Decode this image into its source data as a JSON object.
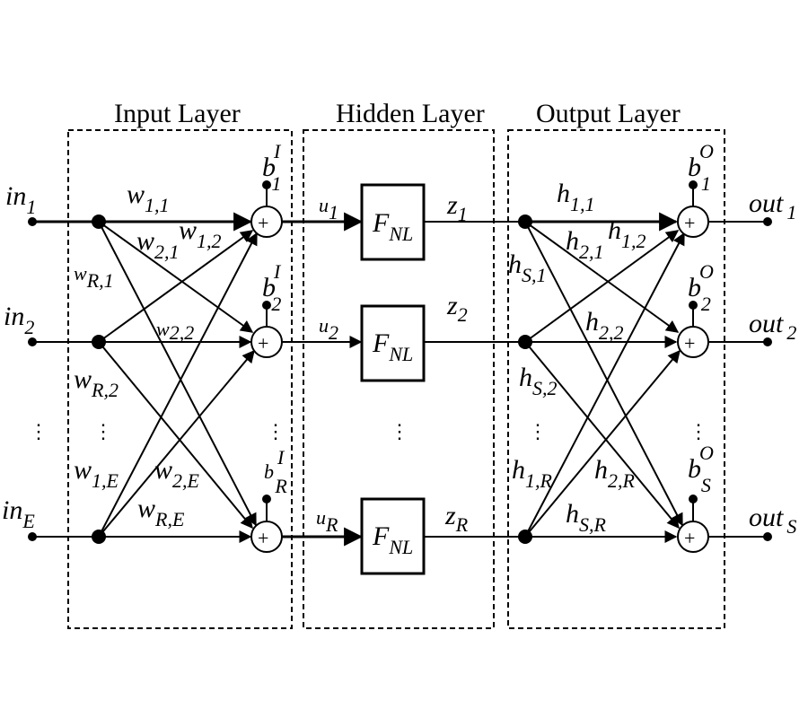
{
  "layers": {
    "input": {
      "title": "Input Layer"
    },
    "hidden": {
      "title": "Hidden Layer"
    },
    "output": {
      "title": "Output Layer"
    }
  },
  "inputs": [
    {
      "base": "in",
      "sub": "1"
    },
    {
      "base": "in",
      "sub": "2"
    },
    {
      "base": "in",
      "sub": "E"
    }
  ],
  "input_weights": [
    {
      "base": "w",
      "sub": "1,1"
    },
    {
      "base": "w",
      "sub": "2,1"
    },
    {
      "base": "w",
      "sub": "1,2"
    },
    {
      "base": "w",
      "sub": "R,1"
    },
    {
      "base": "w",
      "sub": "2,2"
    },
    {
      "base": "w",
      "sub": "R,2"
    },
    {
      "base": "w",
      "sub": "1,E"
    },
    {
      "base": "w",
      "sub": "2,E"
    },
    {
      "base": "w",
      "sub": "R,E"
    }
  ],
  "input_biases": [
    {
      "base": "b",
      "sup": "I",
      "sub": "1"
    },
    {
      "base": "b",
      "sup": "I",
      "sub": "2"
    },
    {
      "base": "b",
      "sup": "I",
      "sub": "R"
    }
  ],
  "hidden_inputs": [
    {
      "base": "u",
      "sub": "1"
    },
    {
      "base": "u",
      "sub": "2"
    },
    {
      "base": "u",
      "sub": "R"
    }
  ],
  "hidden_function": {
    "base": "F",
    "sub": "NL"
  },
  "hidden_outputs": [
    {
      "base": "z",
      "sub": "1"
    },
    {
      "base": "z",
      "sub": "2"
    },
    {
      "base": "z",
      "sub": "R"
    }
  ],
  "output_weights": [
    {
      "base": "h",
      "sub": "1,1"
    },
    {
      "base": "h",
      "sub": "2,1"
    },
    {
      "base": "h",
      "sub": "1,2"
    },
    {
      "base": "h",
      "sub": "S,1"
    },
    {
      "base": "h",
      "sub": "2,2"
    },
    {
      "base": "h",
      "sub": "S,2"
    },
    {
      "base": "h",
      "sub": "1,R"
    },
    {
      "base": "h",
      "sub": "2,R"
    },
    {
      "base": "h",
      "sub": "S,R"
    }
  ],
  "output_biases": [
    {
      "base": "b",
      "sup": "O",
      "sub": "1"
    },
    {
      "base": "b",
      "sup": "O",
      "sub": "2"
    },
    {
      "base": "b",
      "sup": "O",
      "sub": "S"
    }
  ],
  "outputs": [
    {
      "base": "out",
      "sub": "1"
    },
    {
      "base": "out",
      "sub": "2"
    },
    {
      "base": "out",
      "sub": "S"
    }
  ],
  "symbols": {
    "sum": "+",
    "ellipsis": "⋮"
  }
}
